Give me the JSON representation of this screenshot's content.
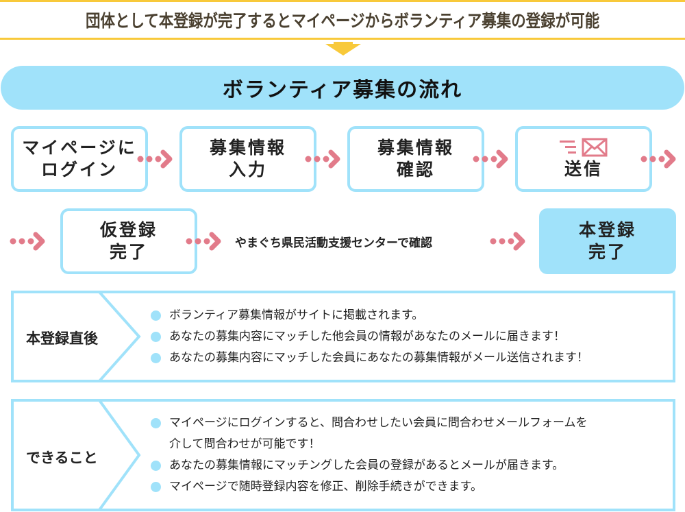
{
  "banner": {
    "text": "団体として本登録が完了するとマイページからボランティア募集の登録が可能",
    "color": "#f8c93a"
  },
  "title": {
    "text": "ボランティア募集の流れ",
    "background": "#a0e2fa"
  },
  "flow": {
    "steps": [
      {
        "label": "マイページに\nログイン"
      },
      {
        "label": "募集情報\n入力"
      },
      {
        "label": "募集情報\n確認"
      },
      {
        "label": "送信",
        "icon": "mail-send-icon"
      },
      {
        "label": "仮登録\n完了"
      },
      {
        "label": "本登録\n完了"
      }
    ],
    "center_check": "やまぐち県民活動支援センターで確認",
    "arrow_color": "#e27b8a",
    "border_color": "#a0e2fa"
  },
  "sections": [
    {
      "heading": "本登録直後",
      "items": [
        "ボランティア募集情報がサイトに掲載されます。",
        "あなたの募集内容にマッチした他会員の情報があなたのメールに届きます！",
        "あなたの募集内容にマッチした会員にあなたの募集情報がメール送信されます！"
      ]
    },
    {
      "heading": "できること",
      "items": [
        "マイページにログインすると、問合わせしたい会員に問合わせメールフォームを",
        "介して問合わせが可能です！",
        "あなたの募集情報にマッチングした会員の登録があるとメールが届きます。",
        "マイページで随時登録内容を修正、削除手続きができます。"
      ]
    }
  ]
}
